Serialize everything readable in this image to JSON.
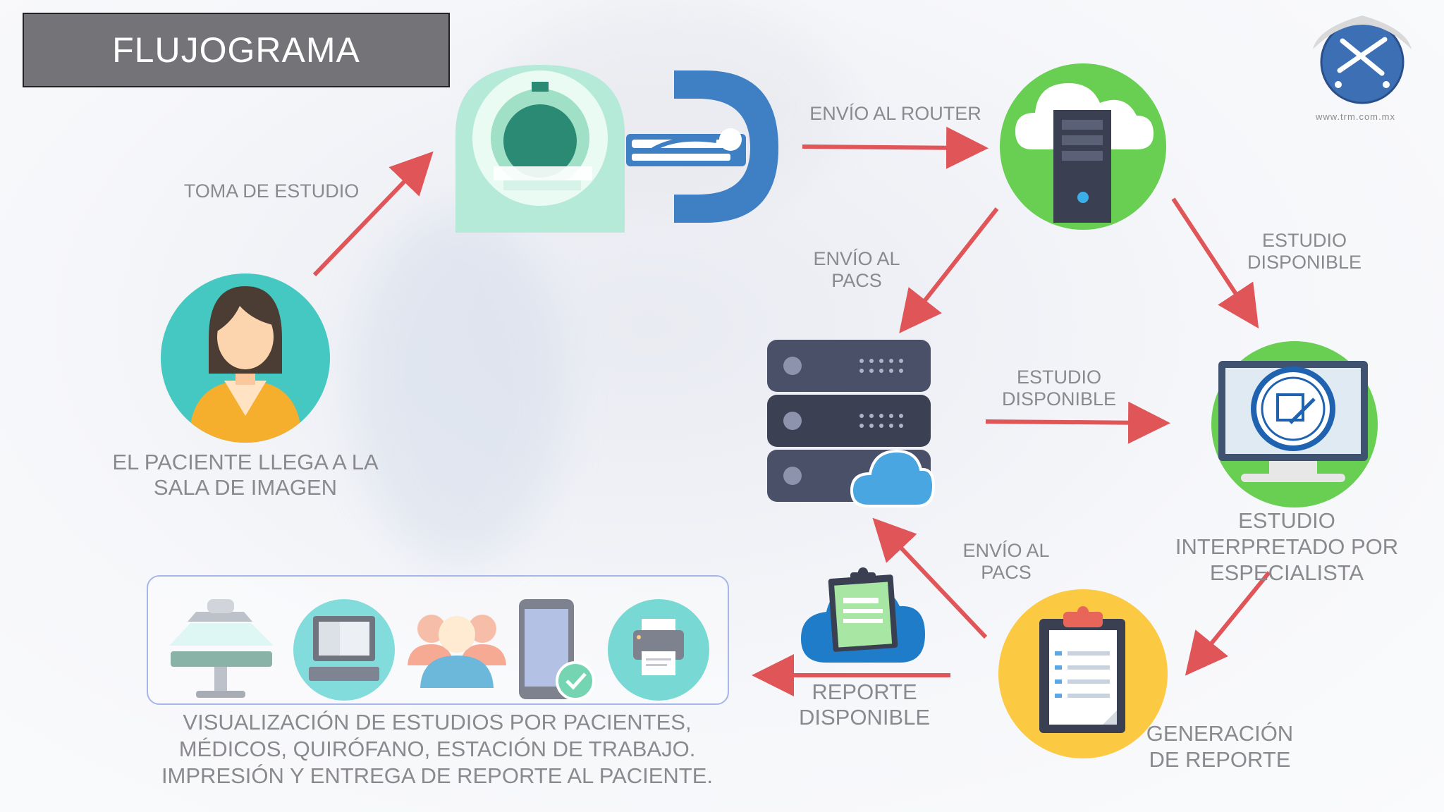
{
  "title": "FLUJOGRAMA",
  "logo": {
    "url": "www.trm.com.mx"
  },
  "labels": {
    "toma_estudio": "TOMA DE ESTUDIO",
    "envio_router": "ENVÍO AL ROUTER",
    "envio_pacs_top": [
      "ENVÍO AL",
      "PACS"
    ],
    "estudio_disponible_right": [
      "ESTUDIO",
      "DISPONIBLE"
    ],
    "estudio_disponible_mid": [
      "ESTUDIO",
      "DISPONIBLE"
    ],
    "paciente": [
      "EL PACIENTE LLEGA A LA",
      "SALA DE IMAGEN"
    ],
    "interpretado": [
      "ESTUDIO",
      "INTERPRETADO POR",
      "ESPECIALISTA"
    ],
    "envio_pacs_bottom": [
      "ENVÍO AL",
      "PACS"
    ],
    "reporte_disponible": [
      "REPORTE",
      "DISPONIBLE"
    ],
    "generacion": [
      "GENERACIÓN",
      "DE REPORTE"
    ],
    "visualizacion": [
      "VISUALIZACIÓN DE ESTUDIOS POR PACIENTES,",
      "MÉDICOS, QUIRÓFANO, ESTACIÓN DE TRABAJO.",
      "IMPRESIÓN Y ENTREGA DE REPORTE AL PACIENTE."
    ]
  },
  "colors": {
    "arrow": "#e05558",
    "green": "#69cf53",
    "teal": "#3ec9c8",
    "yellow": "#fcc943",
    "server": "#4a5068",
    "blue": "#3f7fc4"
  }
}
